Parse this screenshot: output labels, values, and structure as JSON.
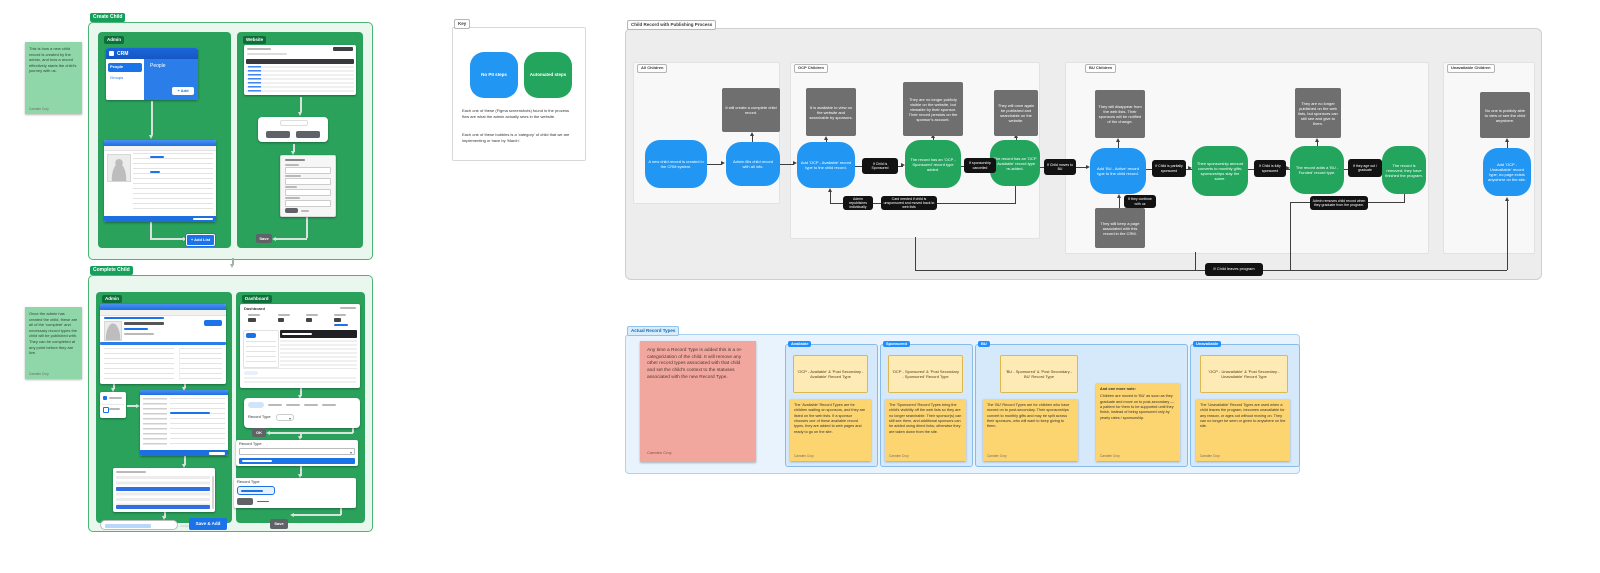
{
  "stickies": {
    "create": {
      "text": "This is how a new child record is created by the admin, and how a record effectively starts the child's journey with us.",
      "sig": "Camden Croy"
    },
    "complete": {
      "text": "Once the admin has created the child, these are all of the 'complete' and necessary record types the child will be published with. They can be completed at any point before they are live.",
      "sig": "Camden Croy"
    }
  },
  "create_child": {
    "title": "Create Child",
    "admin_label": "Admin",
    "website_label": "Website",
    "crm_logo": "CRM",
    "menu_people": "People",
    "menu_groups": "Groups",
    "people_header": "People",
    "add_button": "+ Add",
    "add_list_button": "+ Add List",
    "save_button": "Save"
  },
  "complete_child": {
    "title": "Complete Child",
    "admin_label": "Admin",
    "dashboard_label": "Dashboard",
    "dashboard_title": "Dashboard",
    "record_type_label": "Record Type",
    "ok_button": "OK",
    "save_button": "Save",
    "save_add_button": "Save & Add"
  },
  "key": {
    "title": "Key",
    "blue_label": "No PII steps",
    "green_label": "Automated steps",
    "p1": "Each one of these (Figma screenshots) found in the process flow are what the admin actually sees in the website.",
    "p2": "Each one of these bubbles is a 'category' of child that we are implementing or have by 'March'."
  },
  "flow": {
    "title": "Child Record with Publishing Process",
    "leave_pill": "If Child leaves program",
    "all": {
      "label": "All Children",
      "blue1": "A new child record is created in the CRM system.",
      "blue2": "Admin fills child record with all info.",
      "gray1": "It will create a complete child record."
    },
    "ocp": {
      "label": "OCP Children",
      "gray1": "It is available to view on the website and searchable by sponsors.",
      "blue1": "Add 'OCP - Available' record type to the child record.",
      "pill1": "If Child is Sponsored",
      "green1": "The record has an 'OCP - Sponsored' record type added.",
      "gray2": "They are no longer publicly visible on the website, but viewable by their sponsor. Their record persists on the sponsor's account.",
      "pill2": "If sponsorship cancelled",
      "green2": "The record has an 'OCP - Available' record type re-added.",
      "gray3": "They will once again be published and searchable on the website.",
      "pill3": "Admin republishes individually",
      "pill4": "Card needed if child is unsponsored and moved back to web lists",
      "pill5": "If Child moves to BU"
    },
    "bu": {
      "label": "BU Children",
      "gray1": "They will disappear from the web lists. Their sponsors will be notified of the change.",
      "blue1": "Add 'BU - Active' record type to the child record.",
      "gray2": "They still keep a page associated with this record in the CRM.",
      "pill_continue": "If they continue with us",
      "pill1": "If Child is partially sponsored",
      "green1": "Their sponsorship amount converts to monthly gifts; sponsorships stay the same.",
      "pill2": "If Child is fully sponsored",
      "green2": "The record adds a 'BU - Funded' record type.",
      "gray3": "They are no longer published on the web lists, but sponsors can still see and give to them.",
      "pill3": "If they age out / graduate",
      "green3": "The record is removed; they have finished the program.",
      "pill4": "Admin removes child record when they graduate from the program."
    },
    "unavailable": {
      "label": "Unavailable Children",
      "gray1": "No one is publicly able to view or see the child anywhere.",
      "blue1": "Add 'OCP - Unavailable' record type; no page exists anywhere on the site."
    }
  },
  "record_types": {
    "title": "Actual Record Types",
    "pink_note": {
      "text": "Any time a Record Type is added this is a re-categorization of the child. It will remove any other record types associated with that child and set the child's context to the statuses associated with the new Record Type.",
      "sig": "Camden Croy"
    },
    "cards": [
      {
        "tab": "Available",
        "note": "'OCP - Available' & 'Post Secondary - Available' Record Type",
        "sticky1": "The 'Available' Record Types are for children waiting on sponsors, and they are listed on the web lists. If a sponsor chooses one of these available record types, they are added to web pages and ready to go on the site.",
        "sig1": "Camden Croy"
      },
      {
        "tab": "Sponsored",
        "note": "'OCP - Sponsored' & 'Post Secondary - Sponsored' Record Type",
        "sticky1": "The 'Sponsored' Record Types bring the child's visibility off the web lists so they are no longer searchable. Their sponsor(s) can still see them, and additional sponsors can be added using direct links; otherwise they are taken down from the site.",
        "sig1": "Camden Croy"
      },
      {
        "tab": "BU",
        "note": "'BU - Sponsored' & 'Post Secondary - BU' Record Type",
        "sticky1": "The 'BU' Record Types are for children who have moved on to post-secondary. Their sponsorships convert to monthly gifts and may be split across their sponsors, who will want to keep giving to them.",
        "sig1": "Camden Croy",
        "heading2": "And one more note:",
        "sticky2": "Children are moved to 'BU' as soon as they graduate and move on to post-secondary — a pattern for them to be supported until they finish, instead of being sponsored only by yearly rates / sponsorship.",
        "sig2": "Camden Croy"
      },
      {
        "tab": "Unavailable",
        "note": "'OCP - Unavailable' & 'Post Secondary - Unavailable' Record Type",
        "sticky1": "The 'Unavailable' Record Types are used when a child leaves the program, becomes unavailable for any reason, or ages out without moving on. They can no longer be seen or given to anywhere on the site.",
        "sig1": "Camden Croy"
      }
    ]
  }
}
